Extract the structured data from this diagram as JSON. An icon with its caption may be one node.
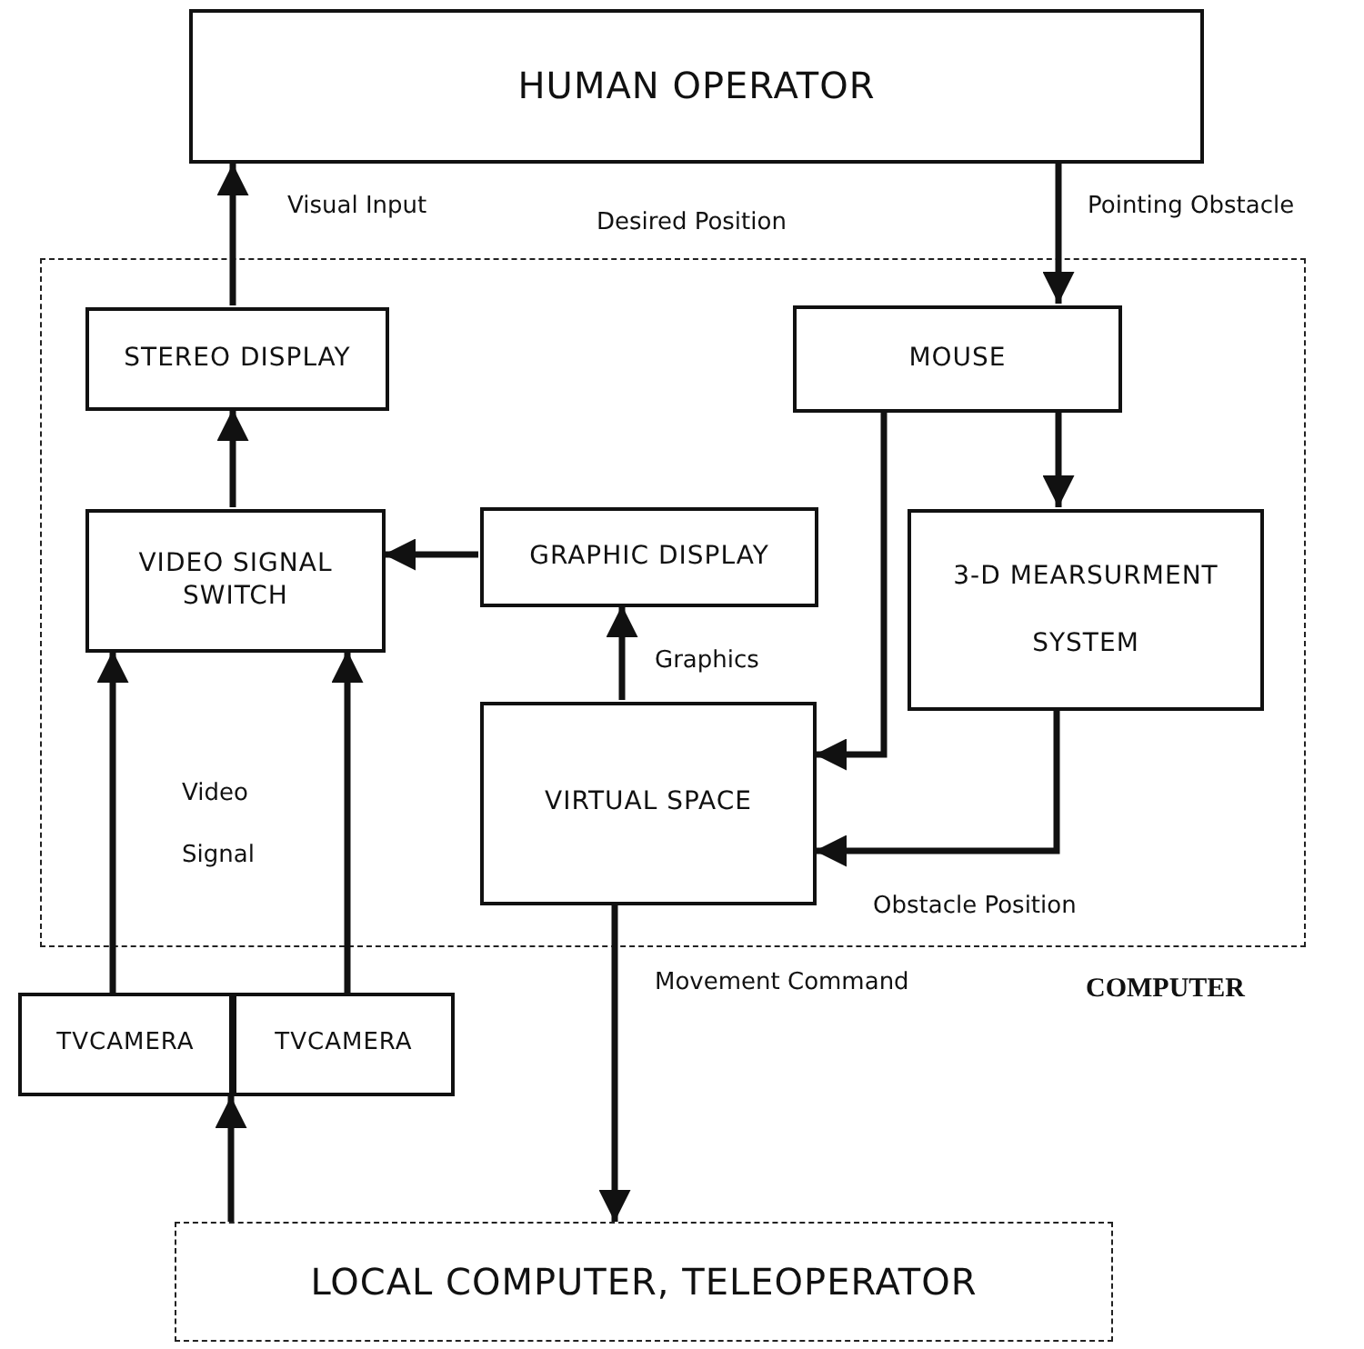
{
  "diagram": {
    "nodes": [
      {
        "text": [
          "HUMAN OPERATOR"
        ]
      },
      {
        "text": [
          "COMPUTER"
        ]
      },
      {
        "text": [
          "STEREO DISPLAY"
        ],
        "in": 1
      },
      {
        "text": [
          "MOUSE"
        ],
        "in": 1
      },
      {
        "text": [
          "VIDEO SIGNAL SWITCH"
        ],
        "in": 1
      },
      {
        "text": [
          "GRAPHIC DISPLAY"
        ],
        "in": 1
      },
      {
        "text": [
          "3-D MEARSURMENT SYSTEM"
        ],
        "in": 1
      },
      {
        "text": [
          "VIRTUAL SPACE"
        ],
        "in": 1
      },
      {
        "text": [
          "TVCAMERA"
        ]
      },
      {
        "text": [
          "TVCAMERA"
        ]
      },
      {
        "text": [
          "LOCAL COMPUTER, TELEOPERATOR"
        ]
      }
    ],
    "edges": [
      {
        "from": 2,
        "to": 0,
        "arrow": "to",
        "label": "Visual Input"
      },
      {
        "from": 0,
        "to": 3,
        "arrow": "to",
        "label": "Pointing Obstacle"
      },
      {
        "from": 4,
        "to": 2,
        "arrow": "to"
      },
      {
        "from": 5,
        "to": 4,
        "arrow": "to"
      },
      {
        "from": 7,
        "to": 5,
        "arrow": "to",
        "label": "Graphics"
      },
      {
        "from": 3,
        "to": 7,
        "arrow": "to"
      },
      {
        "from": 3,
        "to": 6,
        "arrow": "to"
      },
      {
        "from": 6,
        "to": 7,
        "arrow": "to",
        "label": "Obstacle Position"
      },
      {
        "from": 8,
        "to": 4,
        "arrow": "to"
      },
      {
        "from": 9,
        "to": 4,
        "arrow": "to"
      },
      {
        "from": 7,
        "to": 10,
        "arrow": "to",
        "label": "Movement Command"
      },
      {
        "from": 10,
        "to": 8,
        "arrow": "to"
      }
    ],
    "labels": [
      "Desired Position",
      "Video Signal"
    ]
  }
}
